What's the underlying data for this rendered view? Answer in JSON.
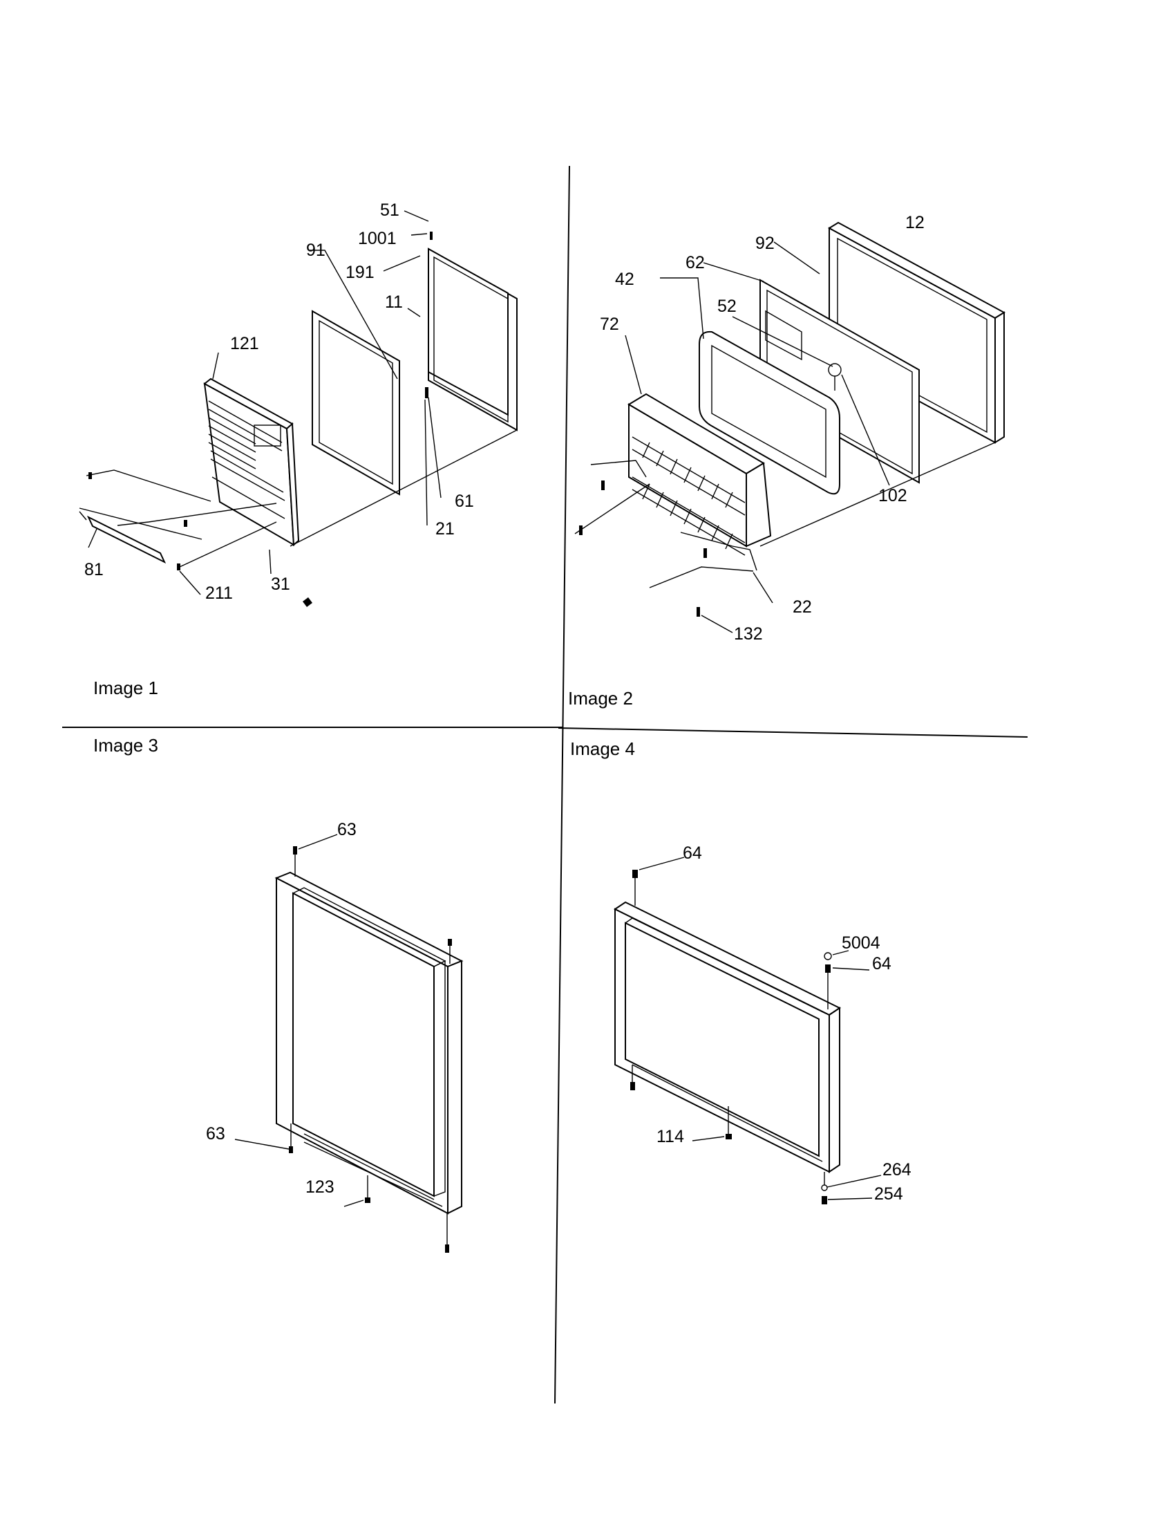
{
  "panels": [
    {
      "title": "Image 1"
    },
    {
      "title": "Image 2"
    },
    {
      "title": "Image 3"
    },
    {
      "title": "Image 4"
    }
  ],
  "labels": {
    "p1": [
      "51",
      "1001",
      "191",
      "91",
      "11",
      "121",
      "61",
      "21",
      "81",
      "211",
      "31"
    ],
    "p2": [
      "12",
      "92",
      "62",
      "42",
      "52",
      "72",
      "102",
      "22",
      "132"
    ],
    "p3": [
      "63",
      "63",
      "123"
    ],
    "p4": [
      "64",
      "5004",
      "64",
      "114",
      "264",
      "254"
    ]
  }
}
